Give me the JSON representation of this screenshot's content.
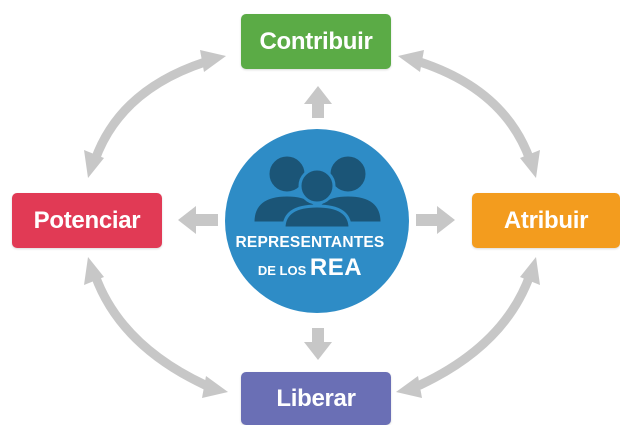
{
  "nodes": {
    "top": {
      "label": "Contribuir",
      "color": "#5bab46"
    },
    "left": {
      "label": "Potenciar",
      "color": "#e13a55"
    },
    "right": {
      "label": "Atribuir",
      "color": "#f39c1e"
    },
    "bottom": {
      "label": "Liberar",
      "color": "#6a6fb5"
    }
  },
  "center": {
    "line1": "REPRESENTANTES",
    "line2_prefix": "DE LOS",
    "line2_emphasis": "REA",
    "circle_color": "#2e8cc6",
    "icon": "people-group-icon",
    "icon_color": "#1b5577"
  },
  "arrow_color": "#c7c7c7"
}
